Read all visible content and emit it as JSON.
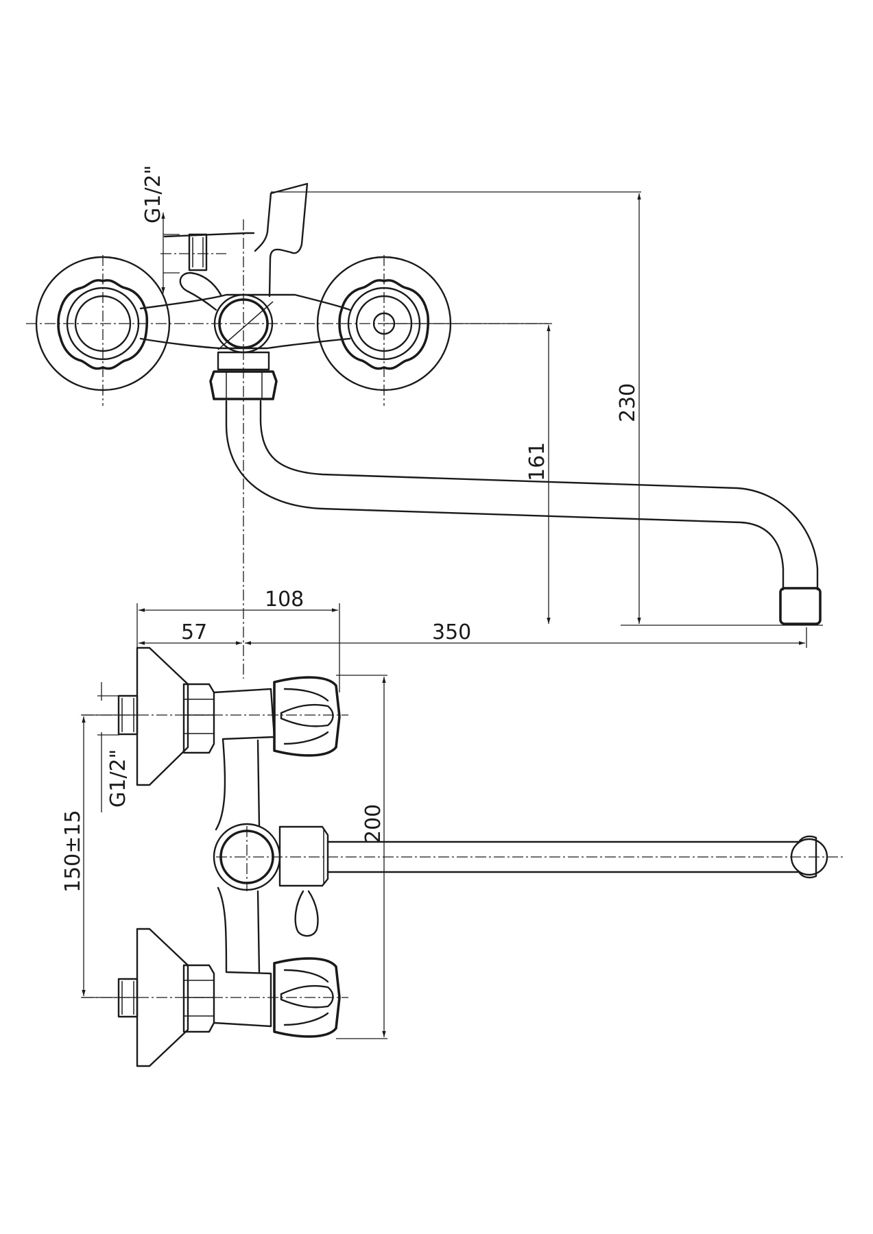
{
  "dimensions": {
    "top_thread": "G1/2\"",
    "height_overall": "230",
    "height_spout": "161",
    "depth_body": "108",
    "depth_axis": "57",
    "spout_reach": "350",
    "side_thread": "G1/2\"",
    "inlet_spacing": "150±15",
    "body_height": "200"
  }
}
